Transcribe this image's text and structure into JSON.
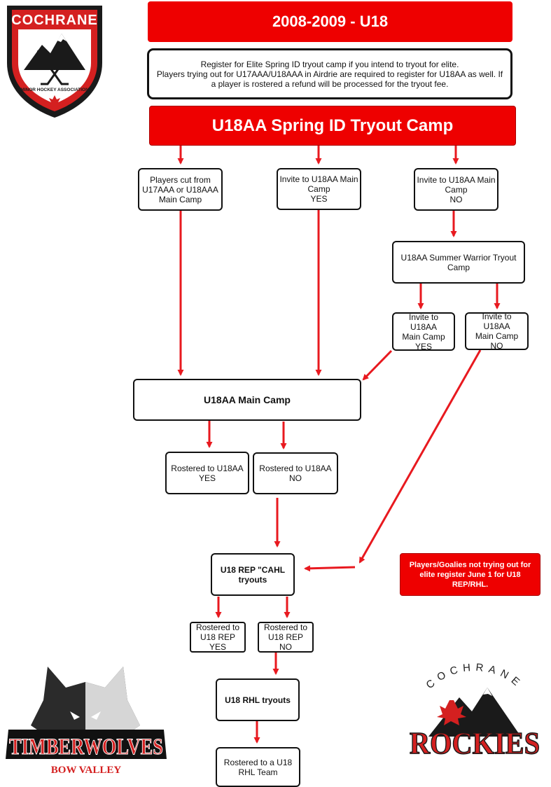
{
  "header": {
    "title": "2008-2009 - U18",
    "notice_line1": "Register for Elite Spring ID tryout camp if you intend to tryout for elite.",
    "notice_line2": "Players trying out for U17AAA/U18AAA in Airdrie are required to register for U18AA as well. If a player is rostered a refund will be processed for the tryout fee."
  },
  "flow": {
    "spring_camp": "U18AA Spring ID Tryout Camp",
    "cut_players": "Players cut from\nU17AAA or U18AAA\nMain Camp",
    "invite_yes": "Invite to U18AA Main\nCamp\nYES",
    "invite_no": "Invite to U18AA Main\nCamp\nNO",
    "summer_camp": "U18AA Summer Warrior Tryout\nCamp",
    "summer_invite_yes": "Invite to U18AA\nMain Camp\nYES",
    "summer_invite_no": "Invite to U18AA\nMain Camp\nNO",
    "main_camp": "U18AA Main Camp",
    "rostered_aa_yes": "Rostered to U18AA\nYES",
    "rostered_aa_no": "Rostered to U18AA\nNO",
    "rep_tryouts": "U18 REP \"CAHL\ntryouts",
    "rostered_rep_yes": "Rostered to\nU18 REP\nYES",
    "rostered_rep_no": "Rostered to\nU18 REP\nNO",
    "rhl_tryouts": "U18 RHL tryouts",
    "rhl_team": "Rostered to a U18\nRHL Team",
    "side_note": "Players/Goalies not trying out for\nelite register June 1 for U18\nREP/RHL."
  },
  "logos": {
    "cochrane_top_line": "COCHRANE",
    "cochrane_ring": "MINOR HOCKEY ASSOCIATION",
    "timberwolves": "TIMBERWOLVES",
    "timberwolves_sub": "BOW VALLEY",
    "rockies_top": "COCHRANE",
    "rockies": "ROCKIES"
  },
  "colors": {
    "accent_red": "#ee0000",
    "arrow_red": "#e8191f",
    "border": "#111111"
  }
}
